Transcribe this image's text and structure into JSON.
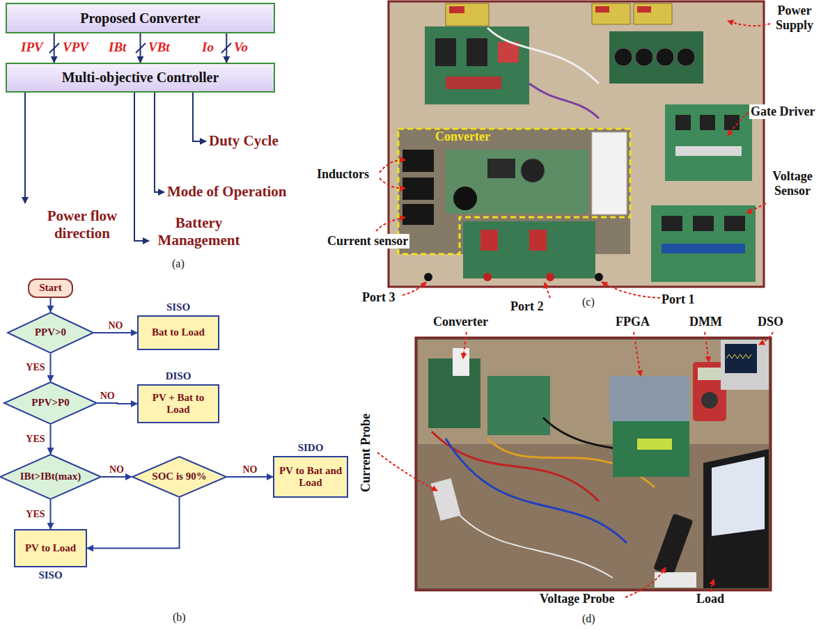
{
  "diagram": {
    "nodes": [
      {
        "text": [
          "Proposed Converter"
        ]
      },
      {
        "text": [
          "Multi-objective Controller"
        ]
      },
      {
        "text": [
          "Start"
        ]
      },
      {
        "text": [
          "PPV>0"
        ]
      },
      {
        "text": [
          "SISO",
          "Bat to Load"
        ]
      },
      {
        "text": [
          "PPV>P0"
        ]
      },
      {
        "text": [
          "DISO",
          "PV + Bat to Load"
        ]
      },
      {
        "text": [
          "IBt>IBt(max)"
        ]
      },
      {
        "text": [
          "SOC is 90%"
        ]
      },
      {
        "text": [
          "SIDO",
          "PV to Bat and Load"
        ]
      },
      {
        "text": [
          "PV to Load",
          "SISO"
        ]
      }
    ],
    "edges": [
      {
        "from": 0,
        "to": 1,
        "arrow": "to"
      },
      {
        "from": 0,
        "to": 1,
        "arrow": "to"
      },
      {
        "from": 0,
        "to": 1,
        "arrow": "to"
      },
      {
        "from": 2,
        "to": 3,
        "arrow": "to"
      },
      {
        "from": 3,
        "to": 4,
        "label": "NO",
        "arrow": "to"
      },
      {
        "from": 3,
        "to": 5,
        "label": "YES",
        "arrow": "to"
      },
      {
        "from": 5,
        "to": 6,
        "label": "NO",
        "arrow": "to"
      },
      {
        "from": 5,
        "to": 7,
        "label": "YES",
        "arrow": "to"
      },
      {
        "from": 7,
        "to": 8,
        "label": "NO",
        "arrow": "to"
      },
      {
        "from": 8,
        "to": 9,
        "label": "NO",
        "arrow": "to"
      },
      {
        "from": 7,
        "to": 10,
        "label": "YES",
        "arrow": "to"
      },
      {
        "from": 8,
        "to": 10,
        "arrow": "to"
      }
    ],
    "labels": [
      "IPV",
      "VPV",
      "IBt",
      "VBt",
      "Io",
      "Vo",
      "Duty Cycle",
      "Mode of Operation",
      "Battery Management",
      "Power flow direction",
      "(a)",
      "(b)",
      "Power Supply",
      "Gate Driver",
      "Voltage Sensor",
      "Converter",
      "Inductors",
      "Current sensor",
      "Port 3",
      "Port 2",
      "Port 1",
      "(c)",
      "Converter",
      "FPGA",
      "DMM",
      "DSO",
      "Current Probe",
      "Voltage Probe",
      "Load",
      "(d)"
    ]
  }
}
